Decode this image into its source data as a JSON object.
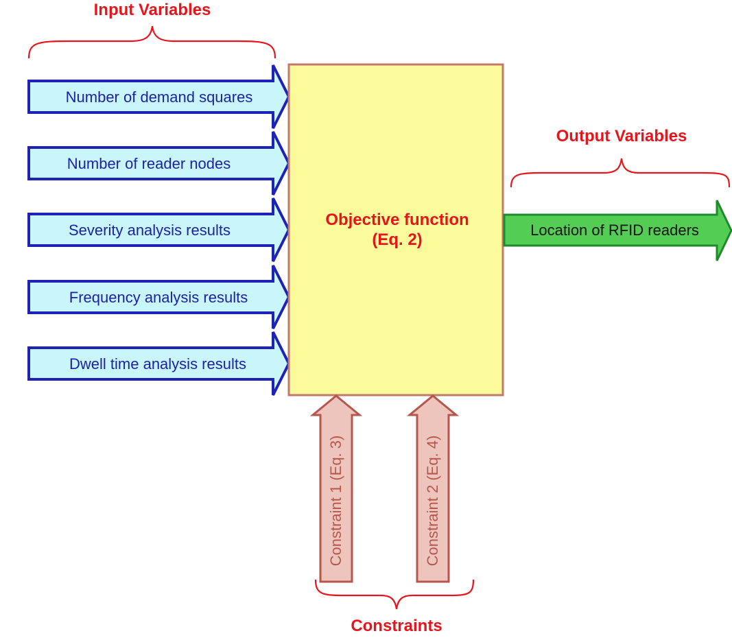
{
  "diagram": {
    "input_title": "Input Variables",
    "inputs": [
      "Number of demand squares",
      "Number of reader nodes",
      "Severity analysis results",
      "Frequency analysis results",
      "Dwell time analysis results"
    ],
    "objective_line1": "Objective function",
    "objective_line2": "(Eq. 2)",
    "output_title": "Output Variables",
    "output": "Location of RFID readers",
    "constraints": [
      "Constraint 1 (Eq. 3)",
      "Constraint 2 (Eq. 4)"
    ],
    "constraints_title": "Constraints"
  },
  "colors": {
    "input_fill": "#c8f6fb",
    "input_stroke": "#1f23b5",
    "objective_fill": "#fbfb9b",
    "objective_stroke": "#c4776b",
    "output_fill": "#54cd54",
    "output_stroke": "#1e8a2c",
    "constraint_fill": "#eec5bc",
    "constraint_stroke": "#b5574d",
    "label_red": "#e8141b"
  }
}
